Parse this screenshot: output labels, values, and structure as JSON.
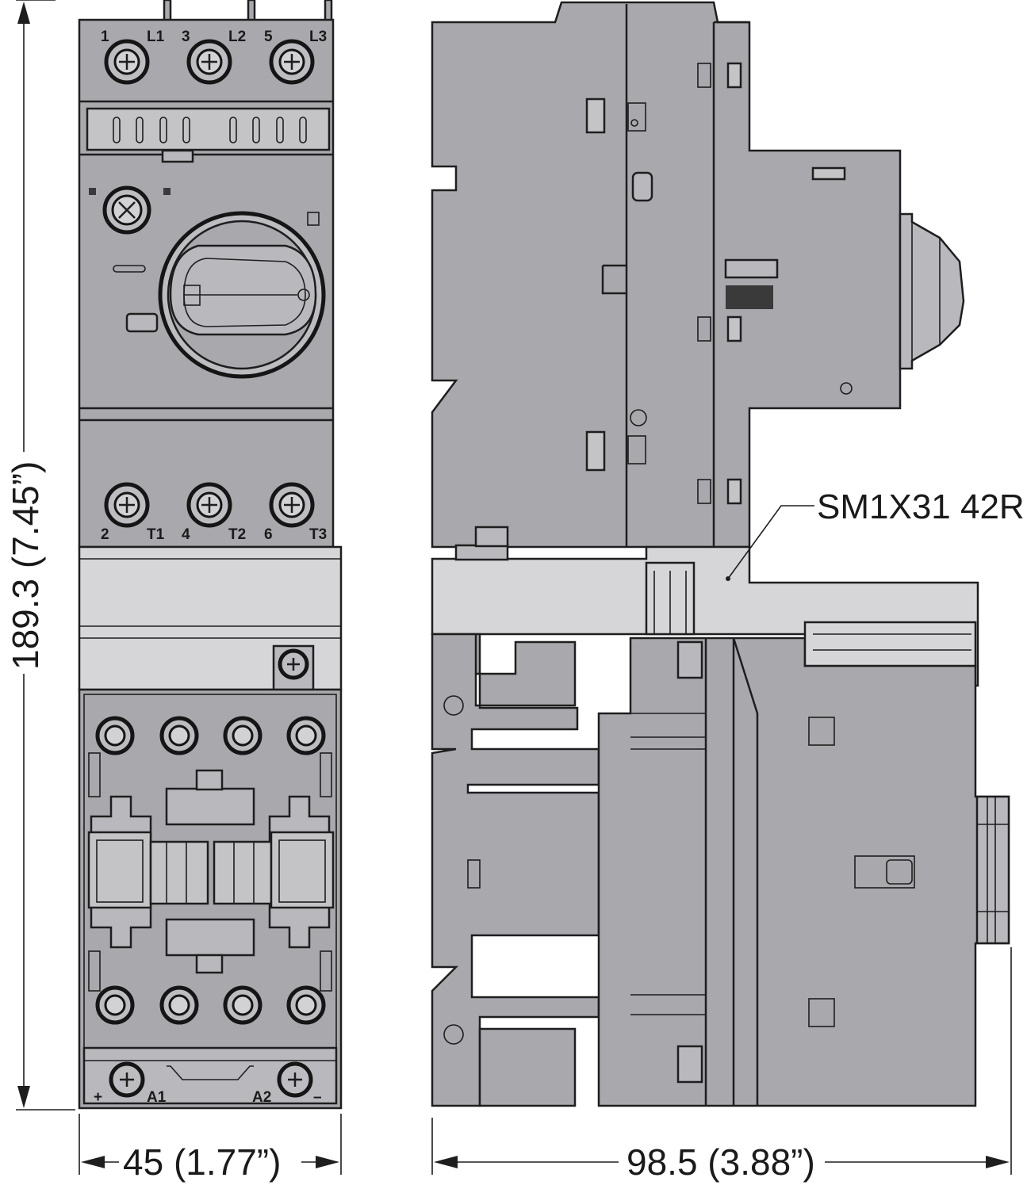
{
  "dimensions": {
    "height": "189.3 (7.45”)",
    "front_width": "45 (1.77”)",
    "side_depth": "98.5 (3.88”)"
  },
  "callout": {
    "label": "SM1X31 42R"
  },
  "terminals": {
    "top": [
      "1",
      "L1",
      "3",
      "L2",
      "5",
      "L3"
    ],
    "bottom": [
      "2",
      "T1",
      "4",
      "T2",
      "6",
      "T3"
    ],
    "coil": [
      "+",
      "A1",
      "A2",
      "–"
    ]
  },
  "colors": {
    "body": "#a8a8ad",
    "adapter": "#d6d6d8",
    "outline": "#1e1e1e"
  }
}
